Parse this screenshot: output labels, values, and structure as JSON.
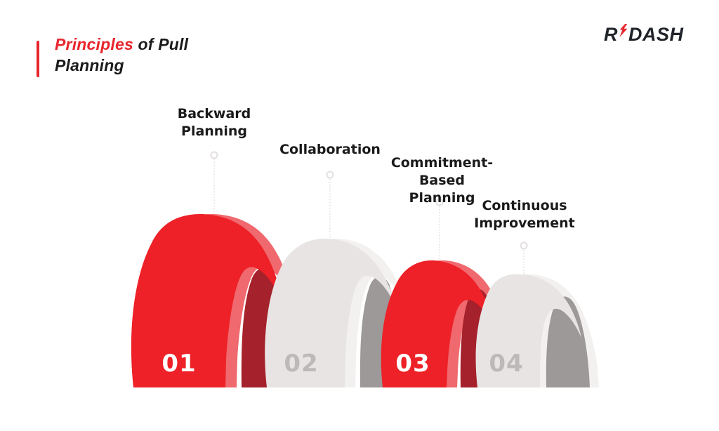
{
  "header": {
    "title": {
      "highlight": "Principles",
      "rest": "of Pull",
      "line2": "Planning"
    },
    "logo": {
      "prefix": "R",
      "suffix": "DASH"
    }
  },
  "principles": [
    {
      "number": "01",
      "label": "Backward Planning",
      "scheme": "red"
    },
    {
      "number": "02",
      "label": "Collaboration",
      "scheme": "gray"
    },
    {
      "number": "03",
      "label": "Commitment-Based Planning",
      "scheme": "red"
    },
    {
      "number": "04",
      "label": "Continuous Improvement",
      "scheme": "gray"
    }
  ],
  "colors": {
    "accent_red": "#E8262D",
    "red_face": "#ED2127",
    "red_edge": "#F0696E",
    "red_inner": "#A5212B",
    "gray_face": "#E7E4E3",
    "gray_edge": "#F3F1F0",
    "gray_inner": "#9C9998",
    "number_on_gray": "#BCB9B8",
    "connector": "#DFDCDB",
    "text_dark": "#1B1B1B",
    "logo_dark": "#20242A",
    "background": "#FFFFFF"
  }
}
